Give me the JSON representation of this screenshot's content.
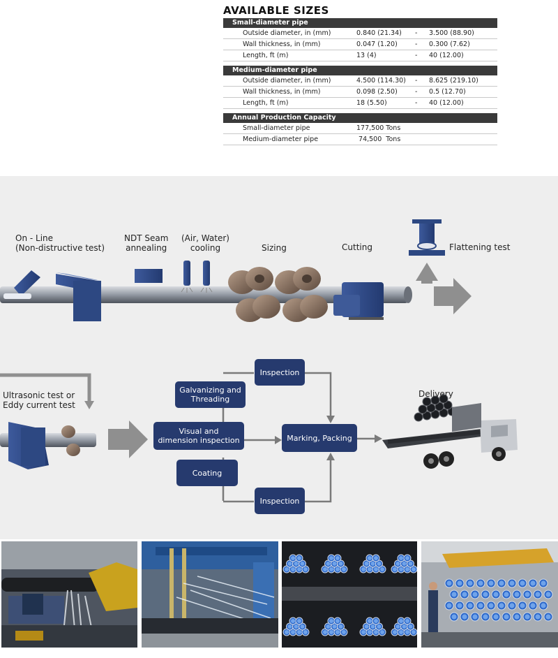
{
  "sizes": {
    "title": "AVAILABLE SIZES",
    "sections": [
      {
        "heading": "Small-diameter pipe",
        "rows": [
          {
            "label": "Outside diameter, in (mm)",
            "min": "0.840 (21.34)",
            "dash": "-",
            "max": "3.500 (88.90)"
          },
          {
            "label": "Wall thickness, in (mm)",
            "min": "0.047 (1.20)",
            "dash": "-",
            "max": "0.300 (7.62)"
          },
          {
            "label": "Length, ft (m)",
            "min": "13 (4)",
            "dash": "-",
            "max": "40 (12.00)"
          }
        ]
      },
      {
        "heading": "Medium-diameter pipe",
        "rows": [
          {
            "label": "Outside diameter, in (mm)",
            "min": "4.500 (114.30)",
            "dash": "-",
            "max": "8.625 (219.10)"
          },
          {
            "label": "Wall thickness, in  (mm)",
            "min": "0.098 (2.50)",
            "dash": "-",
            "max": "0.5 (12.70)"
          },
          {
            "label": "Length, ft (m)",
            "min": "18 (5.50)",
            "dash": "-",
            "max": "40 (12.00)"
          }
        ]
      },
      {
        "heading": "Annual Production Capacity",
        "rows": [
          {
            "label": "Small-diameter pipe",
            "min": "177,500  Tons",
            "dash": "",
            "max": ""
          },
          {
            "label": "Medium-diameter pipe",
            "min": " 74,500  Tons",
            "dash": "",
            "max": ""
          }
        ]
      }
    ]
  },
  "process": {
    "online_line1": "On - Line",
    "online_line2": "(Non-distructive test)",
    "ndt_line1": "NDT  Seam",
    "ndt_line2": "annealing",
    "cooling_line1": "(Air, Water)",
    "cooling_line2": "cooling",
    "sizing": "Sizing",
    "cutting": "Cutting",
    "flattening": "Flattening test",
    "ultrasonic_line1": "Ultrasonic test or",
    "ultrasonic_line2": "Eddy current test",
    "delivery": "Delivery",
    "boxes": {
      "inspection_top": "Inspection",
      "galvanizing_line1": "Galvanizing and",
      "galvanizing_line2": "Threading",
      "visual_line1": "Visual and",
      "visual_line2": "dimension inspection",
      "marking": "Marking, Packing",
      "coating": "Coating",
      "inspection_bottom": "Inspection"
    }
  },
  "colors": {
    "machine_blue": "#2f4a86",
    "box_navy": "#263a6e",
    "arrow_gray": "#8f8f8f",
    "roller_brown": "#8a7463",
    "header_dark": "#3a3a3a"
  },
  "photos": [
    {
      "subject": "pipe-mill-spray-photo"
    },
    {
      "subject": "water-cooling-spray-photo"
    },
    {
      "subject": "blue-capped-pipe-bundles-photo"
    },
    {
      "subject": "warehouse-crane-pipes-photo"
    }
  ]
}
